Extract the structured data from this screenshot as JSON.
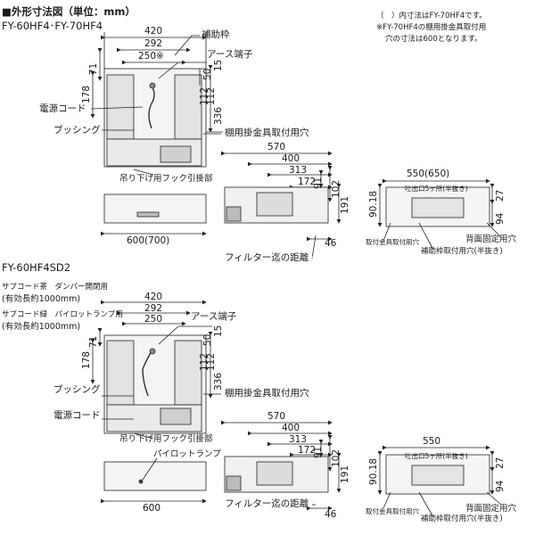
{
  "header": {
    "title": "■外形寸法図（単位：mm）",
    "model_top": "FY-60HF4･FY-70HF4",
    "note_line1": "（　）内寸法はFY-70HF4です。",
    "note_line2": "※FY-70HF4の棚用掛金具取付用",
    "note_line3": "穴の寸法は600となります。"
  },
  "top_diagram": {
    "dims": {
      "w420": "420",
      "w292": "292",
      "w250": "250※",
      "h71": "71",
      "h178": "178",
      "h50": "50",
      "h15": "15",
      "h112a": "112",
      "h112b": "112",
      "h336": "336",
      "w600": "600(700)",
      "w570": "570",
      "w400": "400",
      "w313": "313",
      "w172": "172",
      "h91": "91",
      "h102": "102",
      "h191": "191",
      "h46": "46",
      "w550": "550(650)",
      "h9018": "90.18",
      "h27": "27",
      "h94": "94"
    },
    "labels": {
      "hojowaku": "補助枠",
      "earth": "アース端子",
      "power_cord": "電源コード",
      "bushing": "ブッシング",
      "shelf_hole": "棚用掛金具取付用穴",
      "hook": "吊り下げ用フック引掛部",
      "filter_dist": "フィルター迄の距離",
      "exhaust": "吐出口5ヶ所(半抜き)",
      "bracket_hole": "取付金具取付用穴",
      "back_fix": "背面固定用穴",
      "frame_hole": "補助枠取付用穴(半抜き)"
    }
  },
  "bottom_diagram": {
    "model": "FY-60HF4SD2",
    "dims": {
      "w420": "420",
      "w292": "292",
      "w250": "250",
      "h71": "71",
      "h178": "178",
      "h50": "50",
      "h15": "15",
      "h112a": "112",
      "h112b": "112",
      "h336": "336",
      "w600": "600",
      "w570": "570",
      "w400": "400",
      "w313": "313",
      "w172": "172",
      "h91": "91",
      "h102": "102",
      "h191": "191",
      "h46": "46",
      "w550": "550",
      "h9018": "90.18",
      "h27": "27",
      "h94": "94"
    },
    "labels": {
      "cord_brown": "サブコード茶　ダンパー開閉用",
      "len1": "(有効長約1000mm)",
      "cord_green": "サブコード緑　パイロットランプ用",
      "len2": "(有効長約1000mm)",
      "earth": "アース端子",
      "bushing": "ブッシング",
      "shelf_hole": "棚用掛金具取付用穴",
      "power_cord": "電源コード",
      "hook": "吊り下げ用フック引掛部",
      "pilot": "パイロットランプ",
      "filter_dist": "フィルター迄の距離",
      "exhaust": "吐出口5ヶ所(半抜き)",
      "bracket_hole": "取付金具取付用穴",
      "back_fix": "背面固定用穴",
      "frame_hole": "補助枠取付用穴(半抜き)"
    }
  }
}
